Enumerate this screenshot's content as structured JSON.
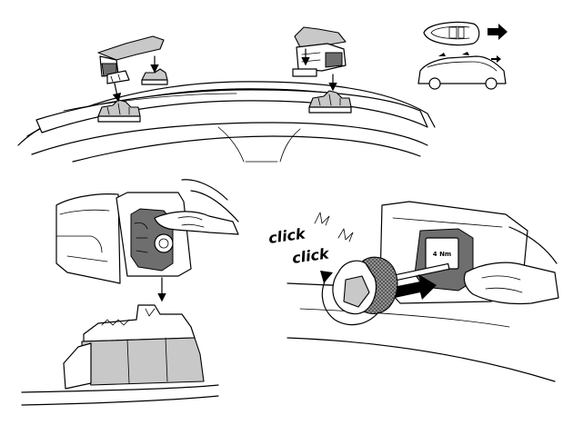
{
  "panels": {
    "top": {},
    "inset": {},
    "bottom_left": {},
    "bottom_right": {
      "click_1": "click",
      "click_2": "click",
      "torque_label": "4 Nm"
    }
  },
  "colors": {
    "line": "#000000",
    "background": "#ffffff",
    "shade_light": "#c8c8c8",
    "shade_dark": "#6e6e6e"
  }
}
